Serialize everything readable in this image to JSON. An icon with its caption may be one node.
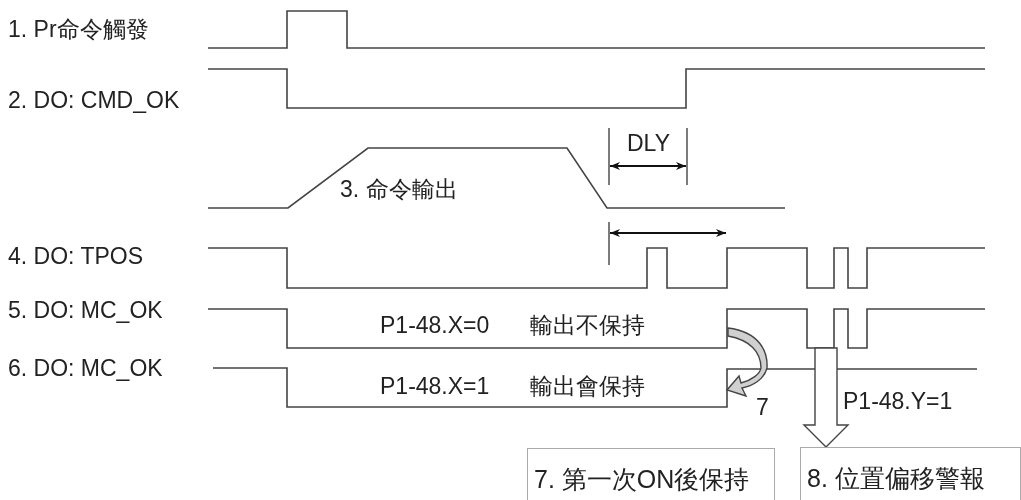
{
  "diagram": {
    "nodes": [
      {
        "text": [
          "7. 第一次ON後保持"
        ]
      },
      {
        "text": [
          "8. 位置偏移警報"
        ]
      }
    ],
    "edges": [
      {
        "from": null,
        "to": 1,
        "arrow": "to",
        "label": "P1-48.Y=1"
      }
    ],
    "labels": [
      "1. Pr命令觸發",
      "2. DO: CMD_OK",
      "DLY",
      "3. 命令輸出",
      "4. DO: TPOS",
      "5. DO: MC_OK",
      "P1-48.X=0",
      "輸出不保持",
      "6. DO: MC_OK",
      "P1-48.X=1",
      "輸出會保持",
      "7"
    ]
  }
}
